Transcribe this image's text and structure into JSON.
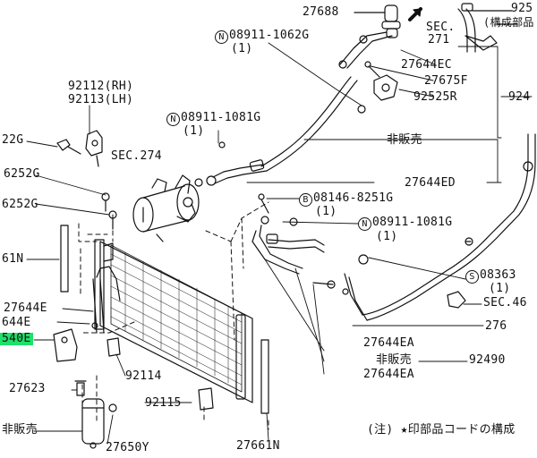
{
  "labels": {
    "p27688": "27688",
    "p925top": "925",
    "kousei_top": "(構成部品",
    "sec271a": "SEC.",
    "sec271b": "271",
    "n08911_1062g": "08911-1062G",
    "n08911_1062g_qty": "(1)",
    "p27644ec": "27644EC",
    "p27675f": "27675F",
    "p92525r": "92525R",
    "p924": "924",
    "p92112": "92112(RH)",
    "p92113": "92113(LH)",
    "n08911_1081g_a": "08911-1081G",
    "n08911_1081g_a_qty": "(1)",
    "p22g": "22G",
    "hihanbai_a": "非販売",
    "sec274": "SEC.274",
    "p6252g_a": "6252G",
    "p6252g_b": "6252G",
    "p27644ed": "27644ED",
    "b08146_8251g": "08146-8251G",
    "b08146_qty": "(1)",
    "n08911_1081g_b": "08911-1081G",
    "n08911_1081g_b_qty": "(1)",
    "p61n": "61N",
    "s08363": "08363",
    "s08363_qty": "(1)",
    "sec46": "SEC.46",
    "p27644e_a": "27644E",
    "p644e": "644E",
    "p540e": "540E",
    "p276_right": "276",
    "p27644ea_a": "27644EA",
    "hihanbai_b": "非販売",
    "p92490": "92490",
    "p92114": "92114",
    "p27644ea_b": "27644EA",
    "p27623": "27623",
    "p92115": "92115",
    "hihanbai_c": "非販売",
    "note": "(注) ★印部品コードの構成",
    "p27650y": "27650Y",
    "p27661n": "27661N"
  },
  "markers": {
    "N": "N",
    "B": "B",
    "S": "S"
  },
  "colors": {
    "highlight": "#1fe06a",
    "ink": "#111111"
  }
}
